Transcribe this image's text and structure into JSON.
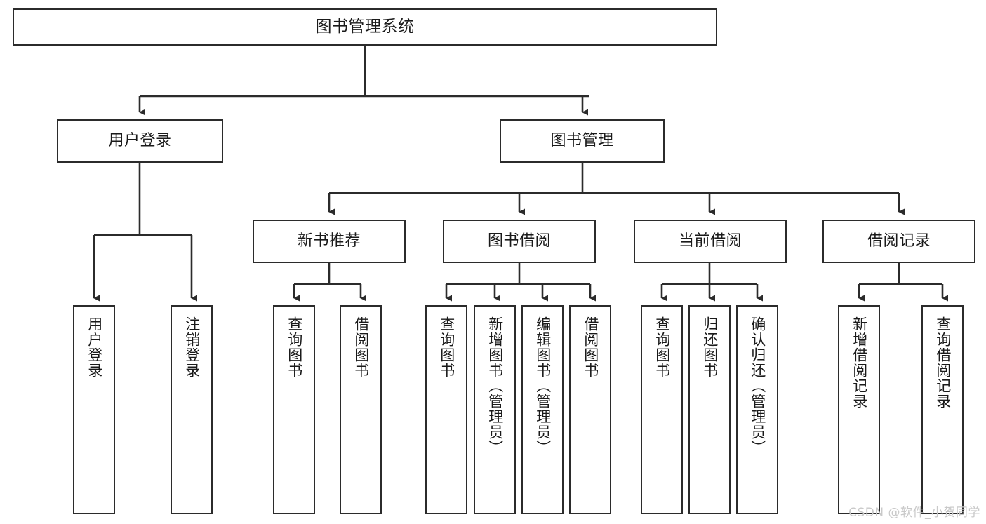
{
  "diagram": {
    "title": "图书管理系统",
    "type": "tree",
    "watermark": "CSDN @软件_小贺同学",
    "colors": {
      "box_border": "#2b2b2b",
      "box_fill": "#ffffff",
      "connector": "#2b2b2b",
      "text": "#1a1a1a",
      "watermark": "#c9c9c9",
      "background": "#ffffff"
    }
  },
  "root": {
    "label": "图书管理系统"
  },
  "level2": [
    {
      "label": "用户登录"
    },
    {
      "label": "图书管理"
    }
  ],
  "level3": [
    {
      "label": "新书推荐"
    },
    {
      "label": "图书借阅"
    },
    {
      "label": "当前借阅"
    },
    {
      "label": "借阅记录"
    }
  ],
  "leaves": {
    "user_login": [
      {
        "label": "用户登录"
      },
      {
        "label": "注销登录"
      }
    ],
    "new_book_recommend": [
      {
        "label": "查询图书"
      },
      {
        "label": "借阅图书"
      }
    ],
    "book_borrow": [
      {
        "label": "查询图书"
      },
      {
        "label": "新增图书（管理员）"
      },
      {
        "label": "编辑图书（管理员）"
      },
      {
        "label": "借阅图书"
      }
    ],
    "current_borrow": [
      {
        "label": "查询图书"
      },
      {
        "label": "归还图书"
      },
      {
        "label": "确认归还（管理员）"
      }
    ],
    "borrow_record": [
      {
        "label": "新增借阅记录"
      },
      {
        "label": "查询借阅记录"
      }
    ]
  }
}
